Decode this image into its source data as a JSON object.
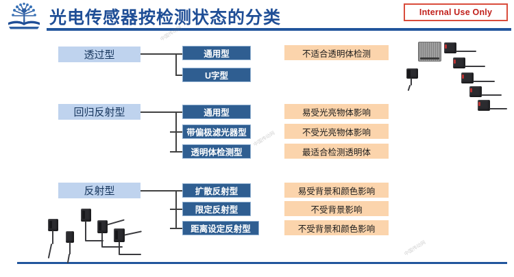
{
  "header": {
    "title": "光电传感器按检测状态的分类",
    "badge": "Internal Use Only",
    "logo_icon": "book-tree-logo-icon",
    "rule_color": "#21559C",
    "title_color": "#1F4E96",
    "badge_color": "#C1201B"
  },
  "colors": {
    "category": "#BFD3EE",
    "type": "#2F5E91",
    "note": "#FBD4AC",
    "connector": "#3f3f3f"
  },
  "groups": [
    {
      "category": "透过型",
      "types": [
        "通用型",
        "U字型"
      ],
      "notes": [
        "不适合透明体检测"
      ]
    },
    {
      "category": "回归反射型",
      "types": [
        "通用型",
        "带偏极滤光器型",
        "透明体检测型"
      ],
      "notes": [
        "易受光亮物体影响",
        "不受光亮物体影响",
        "最适合检测透明体"
      ]
    },
    {
      "category": "反射型",
      "types": [
        "扩散反射型",
        "限定反射型",
        "距离设定反射型"
      ],
      "notes": [
        "易受背景和颜色影响",
        "不受背景影响",
        "不受背景和颜色影响"
      ]
    }
  ],
  "photos": {
    "top_right": "photoelectric-sensor-array-photo",
    "bottom_left": "reflective-sensor-array-photo"
  },
  "watermarks": [
    "中国传动网",
    "中国传动网",
    "中国传动网"
  ]
}
